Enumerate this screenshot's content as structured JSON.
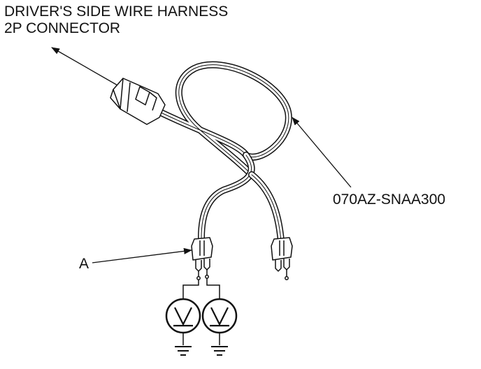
{
  "callouts": {
    "harness_connector": {
      "line1": "DRIVER'S SIDE WIRE HARNESS",
      "line2": "2P CONNECTOR"
    },
    "part_number": "070AZ-SNAA300",
    "item_a": "A"
  },
  "colors": {
    "ink": "#111111",
    "background": "#ffffff"
  }
}
